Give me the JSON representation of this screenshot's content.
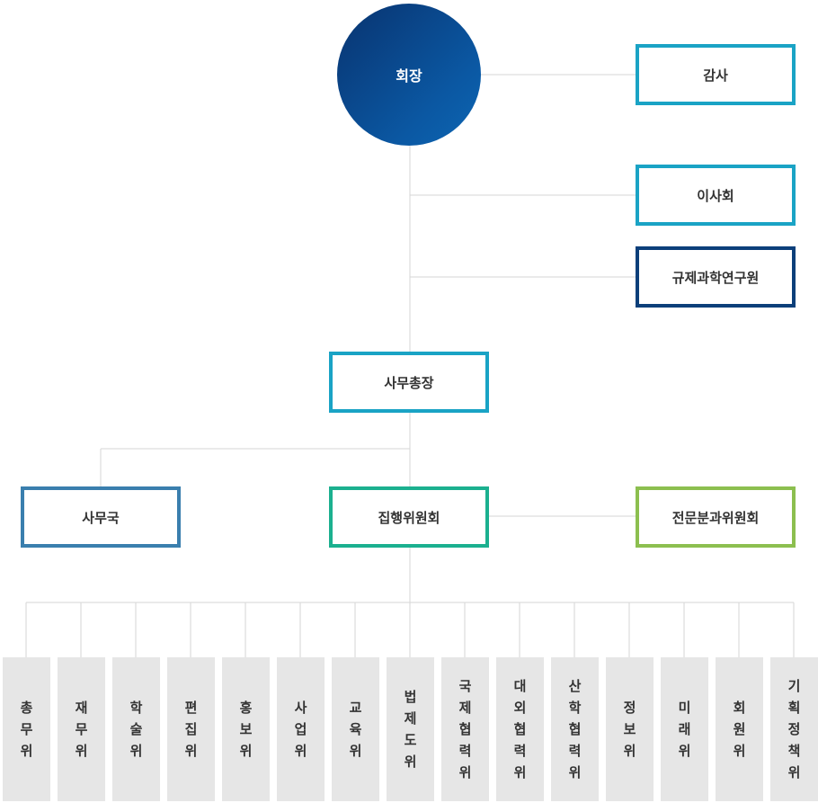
{
  "root": {
    "label": "회장"
  },
  "side": {
    "audit": "감사",
    "board": "이사회",
    "institute": "규제과학연구원"
  },
  "secretary_general": {
    "label": "사무총장"
  },
  "level2": {
    "office": "사무국",
    "executive": "집행위원회",
    "expert": "전문분과위원회"
  },
  "committees": [
    "총무위",
    "재무위",
    "학술위",
    "편집위",
    "홍보위",
    "사업위",
    "교육위",
    "법제도위",
    "국제협력위",
    "대외협력위",
    "산학협력위",
    "정보위",
    "미래위",
    "회원위",
    "기획정책위"
  ],
  "colors": {
    "cyan": "#1aa3c5",
    "navy": "#0c3f7a",
    "steel": "#3a7fae",
    "teal": "#1bb08f",
    "green": "#8cbf4f",
    "line": "#d9d9d9",
    "committee_bg": "#e6e6e6"
  }
}
